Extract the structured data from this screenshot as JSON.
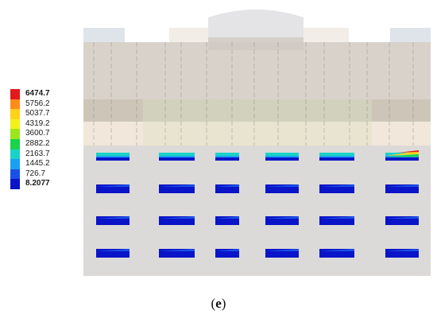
{
  "legend": {
    "entries": [
      {
        "label": "6474.7",
        "color": "#e31a1c",
        "bold": true
      },
      {
        "label": "5756.2",
        "color": "#ff8c1a",
        "bold": false
      },
      {
        "label": "5037.7",
        "color": "#ffd21a",
        "bold": false
      },
      {
        "label": "4319.2",
        "color": "#f2f21a",
        "bold": false
      },
      {
        "label": "3600.7",
        "color": "#9be61a",
        "bold": false
      },
      {
        "label": "2882.2",
        "color": "#1ad24b",
        "bold": false
      },
      {
        "label": "2163.7",
        "color": "#1ad2c8",
        "bold": false
      },
      {
        "label": "1445.2",
        "color": "#1aa0f0",
        "bold": false
      },
      {
        "label": "726.7",
        "color": "#1a50e6",
        "bold": false
      },
      {
        "label": "8.2077",
        "color": "#0a14c8",
        "bold": true
      }
    ]
  },
  "colors": {
    "base": "#0a14c8",
    "structure": "#ddd9d6",
    "upper": "#d9d2cb",
    "beam": "#cdc6b8",
    "beam_highlight": "#d6d9c0",
    "cream": "#f1e7da",
    "dome": "#e4e4e6"
  },
  "caption": {
    "open": "(",
    "letter": "e",
    "close": ")"
  }
}
